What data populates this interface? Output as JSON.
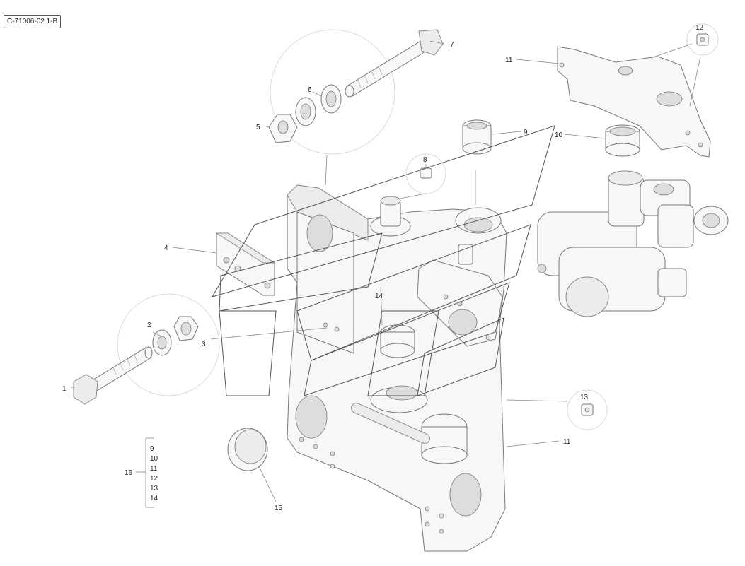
{
  "ref_code": "C-71006-02.1-B",
  "callouts": [
    {
      "id": "c1",
      "text": "1"
    },
    {
      "id": "c2",
      "text": "2"
    },
    {
      "id": "c3",
      "text": "3"
    },
    {
      "id": "c4",
      "text": "4"
    },
    {
      "id": "c5",
      "text": "5"
    },
    {
      "id": "c6",
      "text": "6"
    },
    {
      "id": "c7",
      "text": "7"
    },
    {
      "id": "c8",
      "text": "8"
    },
    {
      "id": "c9",
      "text": "9"
    },
    {
      "id": "c10",
      "text": "10"
    },
    {
      "id": "c11a",
      "text": "11"
    },
    {
      "id": "c11b",
      "text": "11"
    },
    {
      "id": "c12",
      "text": "12"
    },
    {
      "id": "c13",
      "text": "13"
    },
    {
      "id": "c14",
      "text": "14"
    },
    {
      "id": "c15",
      "text": "15"
    }
  ],
  "kit": {
    "label": "16",
    "items": [
      "9",
      "10",
      "11",
      "12",
      "13",
      "14"
    ]
  }
}
